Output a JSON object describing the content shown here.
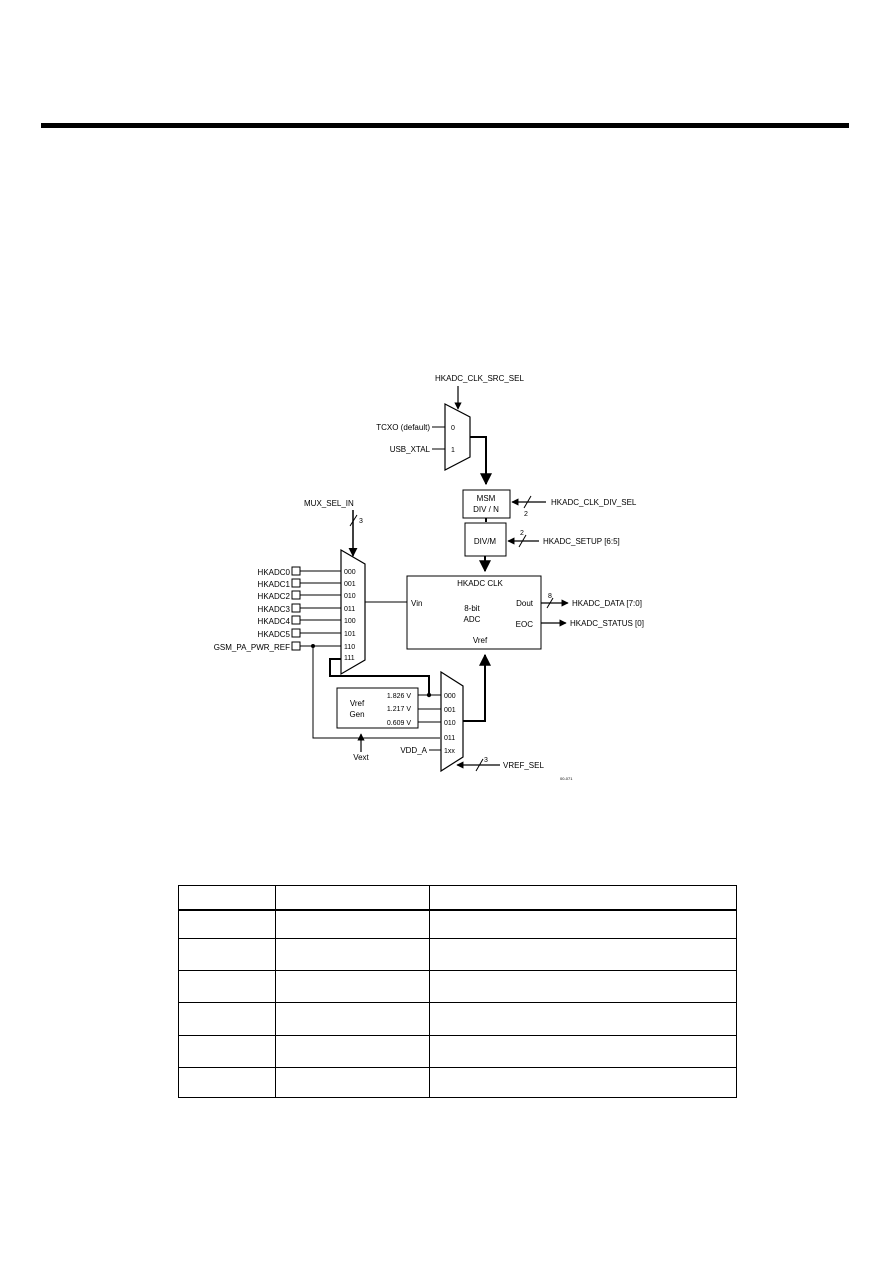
{
  "diagram": {
    "clk_src_sel": "HKADC_CLK_SRC_SEL",
    "tcxo": "TCXO (default)",
    "usb_xtal": "USB_XTAL",
    "clk_mux_in0": "0",
    "clk_mux_in1": "1",
    "msm_div_line1": "MSM",
    "msm_div_line2": "DIV / N",
    "clk_div_sel": "HKADC_CLK_DIV_SEL",
    "clk_div_width": "2",
    "divm": "DIV/M",
    "setup": "HKADC_SETUP [6:5]",
    "setup_width": "2",
    "mux_sel_in": "MUX_SEL_IN",
    "mux_sel_width": "3",
    "inputs": [
      {
        "name": "HKADC0",
        "code": "000"
      },
      {
        "name": "HKADC1",
        "code": "001"
      },
      {
        "name": "HKADC2",
        "code": "010"
      },
      {
        "name": "HKADC3",
        "code": "011"
      },
      {
        "name": "HKADC4",
        "code": "100"
      },
      {
        "name": "HKADC5",
        "code": "101"
      },
      {
        "name": "GSM_PA_PWR_REF",
        "code": "110"
      },
      {
        "name": "",
        "code": "111"
      }
    ],
    "adc": {
      "clk": "HKADC CLK",
      "vin": "Vin",
      "line1": "8-bit",
      "line2": "ADC",
      "dout": "Dout",
      "eoc": "EOC",
      "vref": "Vref"
    },
    "data_width": "8",
    "data_out": "HKADC_DATA [7:0]",
    "status_out": "HKADC_STATUS [0]",
    "vref_gen_line1": "Vref",
    "vref_gen_line2": "Gen",
    "voltages": [
      "1.826 V",
      "1.217 V",
      "0.609 V"
    ],
    "vref_codes": [
      "000",
      "001",
      "010",
      "011",
      "1xx"
    ],
    "vext": "Vext",
    "vdd_a": "VDD_A",
    "vref_sel": "VREF_SEL",
    "vref_sel_width": "3",
    "fig_id": "00-071"
  }
}
